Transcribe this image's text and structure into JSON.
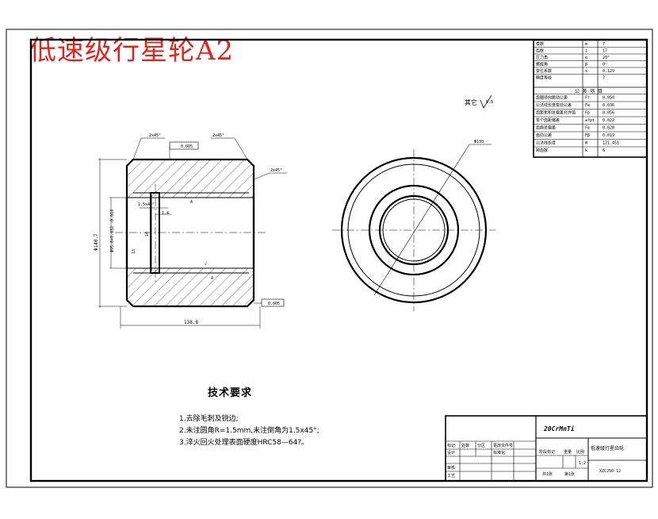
{
  "overlay_title": "低速级行星轮A2",
  "surface_mark_other": "其它",
  "dimensions": {
    "chamfer_top_left": "2x45°",
    "chamfer_top_right": "2x45°",
    "chamfer_outer_right": "2x45°",
    "flatness_top": "0.005",
    "flatness_bottom": "0.005",
    "outer_diameter": "Φ140.7",
    "bore_diameter": "Φ95.0+0.032 -0.018",
    "inner_chamfer": "1.5x45°",
    "groove_width": "1.4",
    "groove_dim_a": "13",
    "groove_dim_b": "10",
    "width": "138.8",
    "side_diameter": "Φ130",
    "datum_a": "A",
    "roughness_a": "0.8"
  },
  "params_table": [
    {
      "name": "模数",
      "symbol": "m",
      "value": "7"
    },
    {
      "name": "齿数",
      "symbol": "z",
      "value": "17"
    },
    {
      "name": "压力角",
      "symbol": "α",
      "value": "20°"
    },
    {
      "name": "螺旋角",
      "symbol": "β",
      "value": "0°"
    },
    {
      "name": "变位系数",
      "symbol": "x",
      "value": "0.129"
    },
    {
      "name": "精度等级",
      "symbol": "",
      "value": "7"
    }
  ],
  "params_section_header": "公 差 项 目",
  "tolerance_table": [
    {
      "name": "齿圈径向跳动公差",
      "symbol": "Fr",
      "value": "0.050"
    },
    {
      "name": "公法线长度变动公差",
      "symbol": "Fw",
      "value": "0.036"
    },
    {
      "name": "齿距累积总偏差允许值",
      "symbol": "Fp",
      "value": "0.056"
    },
    {
      "name": "单个齿距偏差",
      "symbol": "±fpt",
      "value": "0.022"
    },
    {
      "name": "齿廓总偏差",
      "symbol": "Fα",
      "value": "0.020"
    },
    {
      "name": "齿向公差",
      "symbol": "Fβ",
      "value": "0.019"
    },
    {
      "name": "公法线长度",
      "symbol": "W",
      "value": "121.451"
    },
    {
      "name": "跨齿数",
      "symbol": "k",
      "value": "6"
    }
  ],
  "tech_requirements": {
    "title": "技术要求",
    "items": [
      "1.去除毛刺及锐边;",
      "2.未注圆角R=1.5mm,未注倒角为1.5x45°;",
      "3.淬火回火处理表面硬度HRC58—64?。"
    ]
  },
  "title_block": {
    "material": "20CrMnTi",
    "part_name": "低速级行星齿轮",
    "drawing_no": "XZCJ50-12",
    "scale": "1:2",
    "sheet_total": "共1张",
    "sheet_no": "第1张",
    "labels": {
      "mark": "标记",
      "count": "处数",
      "zone": "分区",
      "change_doc": "更改文件号",
      "design": "设计",
      "standardize": "标准化",
      "review": "审核",
      "process": "工艺",
      "stage_mark": "阶段标记",
      "weight": "重量",
      "ratio": "比例"
    }
  }
}
